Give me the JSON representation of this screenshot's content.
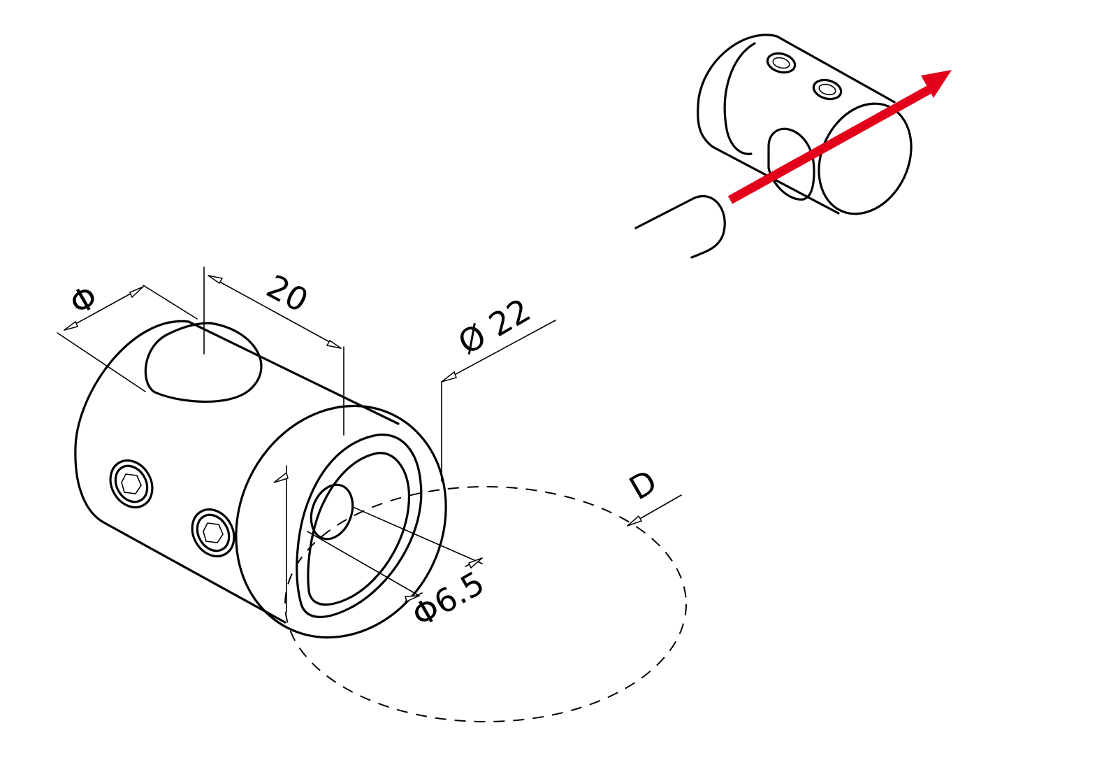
{
  "dimensions": {
    "rod_diameter": "Φ",
    "length": "20",
    "outer_diameter": "Ø 22",
    "hole_diameter": "Φ6.5",
    "post_diameter": "D"
  },
  "colors": {
    "line": "#000000",
    "arrow": "#e3001b",
    "background": "#ffffff"
  }
}
